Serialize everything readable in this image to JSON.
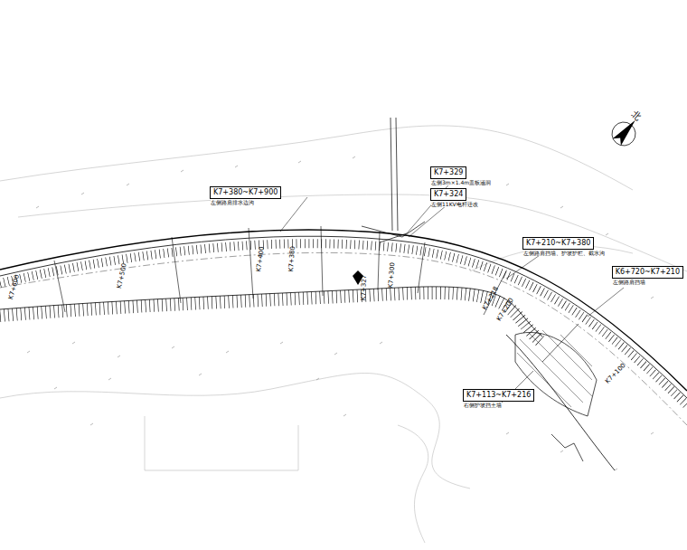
{
  "diagram": {
    "nodes": [
      {
        "text": [
          "K7+380~K7+900",
          "左侧路肩排水边沟"
        ]
      },
      {
        "text": [
          "K7+329",
          "左侧3m×1.4m盖板涵洞"
        ]
      },
      {
        "text": [
          "K7+324",
          "左侧11KV电杆迁改"
        ]
      },
      {
        "text": [
          "K7+210~K7+380",
          "左侧路肩挡墙、护坡护栏、截水沟"
        ]
      },
      {
        "text": [
          "K6+720~K7+210",
          "左侧路肩挡墙"
        ]
      },
      {
        "text": [
          "K7+113~K7+216",
          "右侧护坡挡土墙"
        ]
      }
    ],
    "labels": [
      "北",
      "K7+600",
      "K7+500",
      "K7+400",
      "K7+380",
      "K7+327",
      "K7+300",
      "K7+218",
      "K7+200",
      "K7+100"
    ]
  }
}
